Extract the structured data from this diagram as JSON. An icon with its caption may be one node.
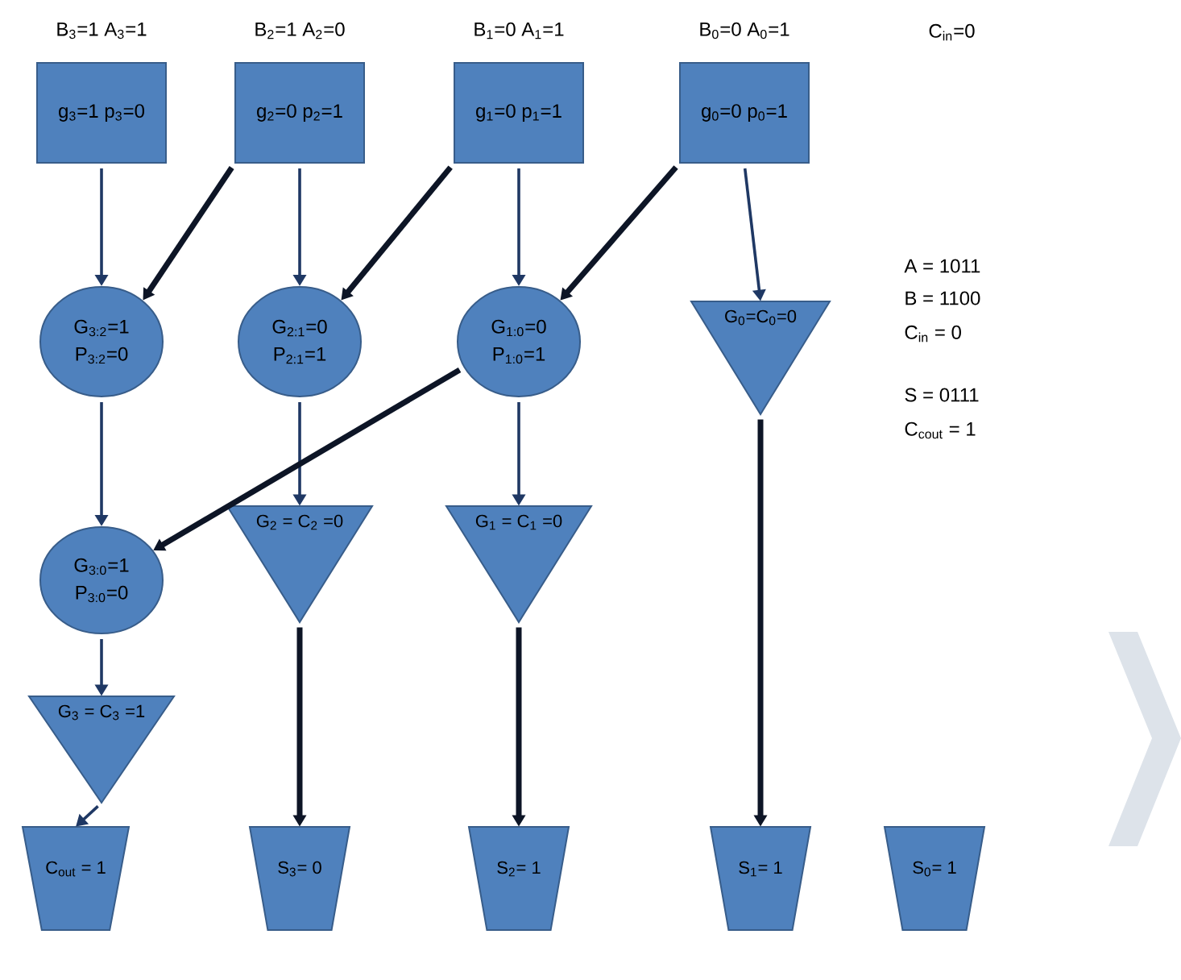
{
  "diagram": {
    "nodes": [
      {
        "text": [
          "g$_{3}$=1 p$_{3}$=0"
        ],
        "beside": [
          "B$_{3}$=1 A$_{3}$=1"
        ]
      },
      {
        "text": [
          "g$_{2}$=0 p$_{2}$=1"
        ],
        "beside": [
          "B$_{2}$=1 A$_{2}$=0"
        ]
      },
      {
        "text": [
          "g$_{1}$=0 p$_{1}$=1"
        ],
        "beside": [
          "B$_{1}$=0 A$_{1}$=1"
        ]
      },
      {
        "text": [
          "g$_{0}$=0 p$_{0}$=1"
        ],
        "beside": [
          "B$_{0}$=0 A$_{0}$=1"
        ]
      },
      {
        "text": [
          "G$_{3:2}$=1",
          "P$_{3:2}$=0"
        ]
      },
      {
        "text": [
          "G$_{2:1}$=0",
          "P$_{2:1}$=1"
        ]
      },
      {
        "text": [
          "G$_{1:0}$=0",
          "P$_{1:0}$=1"
        ]
      },
      {
        "text": [
          "G$_{0}$=C$_{0}$=0"
        ]
      },
      {
        "text": [
          "G$_{3:0}$=1",
          "P$_{3:0}$=0"
        ]
      },
      {
        "text": [
          "G$_{2}$ = C$_{2}$ =0"
        ]
      },
      {
        "text": [
          "G$_{1}$ = C$_{1}$ =0"
        ]
      },
      {
        "text": [
          "G$_{3}$ = C$_{3}$ =1"
        ]
      },
      {
        "text": [
          "C$_{out}$ = 1"
        ]
      },
      {
        "text": [
          "S$_{3}$= 0"
        ]
      },
      {
        "text": [
          "S$_{2}$= 1"
        ]
      },
      {
        "text": [
          "S$_{1}$= 1"
        ]
      },
      {
        "text": [
          "S$_{0}$= 1"
        ]
      }
    ],
    "edges": [
      {
        "from": 0,
        "to": 4,
        "arrow": "to"
      },
      {
        "from": 1,
        "to": 4,
        "arrow": "to",
        "style": "thick",
        "color": "#0d1526"
      },
      {
        "from": 1,
        "to": 5,
        "arrow": "to"
      },
      {
        "from": 2,
        "to": 5,
        "arrow": "to",
        "style": "thick",
        "color": "#0d1526"
      },
      {
        "from": 2,
        "to": 6,
        "arrow": "to"
      },
      {
        "from": 3,
        "to": 6,
        "arrow": "to",
        "style": "thick",
        "color": "#0d1526"
      },
      {
        "from": 3,
        "to": 7,
        "arrow": "to"
      },
      {
        "from": 4,
        "to": 8,
        "arrow": "to"
      },
      {
        "from": 5,
        "to": 9,
        "arrow": "to"
      },
      {
        "from": 6,
        "to": 10,
        "arrow": "to"
      },
      {
        "from": 6,
        "to": 8,
        "arrow": "to",
        "style": "thick",
        "color": "#0d1526"
      },
      {
        "from": 7,
        "to": 15,
        "arrow": "to",
        "style": "thick",
        "color": "#0d1526"
      },
      {
        "from": 9,
        "to": 13,
        "arrow": "to",
        "style": "thick",
        "color": "#0d1526"
      },
      {
        "from": 10,
        "to": 14,
        "arrow": "to",
        "style": "thick",
        "color": "#0d1526"
      },
      {
        "from": 8,
        "to": 11,
        "arrow": "to"
      },
      {
        "from": 11,
        "to": 12,
        "arrow": "to"
      }
    ],
    "labels": [
      "C$_{in}$=0",
      "A = 1011",
      "B = 1100",
      "C$_{in}$ = 0",
      "S = 0111",
      "C$_{cout}$ = 1"
    ]
  }
}
